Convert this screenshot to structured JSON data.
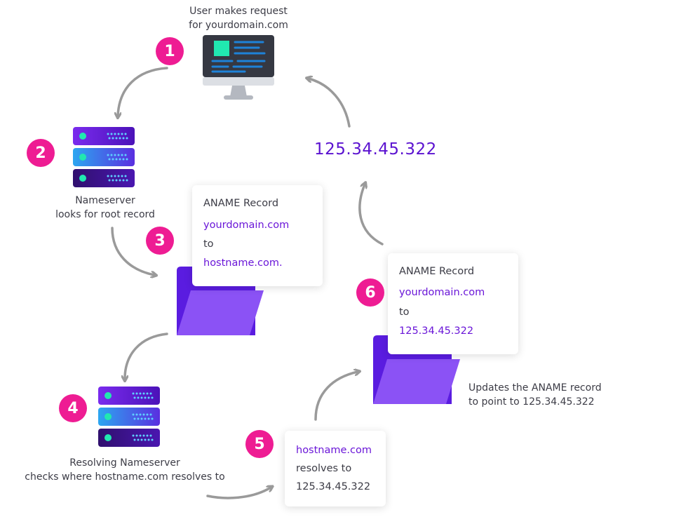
{
  "steps": {
    "s1": {
      "number": "1",
      "caption_line1": "User makes request",
      "caption_line2": "for yourdomain.com"
    },
    "s2": {
      "number": "2",
      "caption_line1": "Nameserver",
      "caption_line2": "looks for root record"
    },
    "s3": {
      "number": "3",
      "card_title": "ANAME Record",
      "card_domain": "yourdomain.com",
      "card_to": "to",
      "card_target": "hostname.com."
    },
    "s4": {
      "number": "4",
      "caption_line1": "Resolving Nameserver",
      "caption_line2": "checks where hostname.com resolves to"
    },
    "s5": {
      "number": "5",
      "card_host": "hostname.com",
      "card_resolves": "resolves to",
      "card_ip": "125.34.45.322"
    },
    "s6": {
      "number": "6",
      "card_title": "ANAME Record",
      "card_domain": "yourdomain.com",
      "card_to": "to",
      "card_target": "125.34.45.322",
      "caption_line1": "Updates the ANAME record",
      "caption_line2": "to point to 125.34.45.322"
    }
  },
  "result_ip": "125.34.45.322",
  "colors": {
    "badge": "#ee1c93",
    "accent_purple": "#6a16d8",
    "folder": "#7b3ff2",
    "arrow": "#9a9a9a"
  },
  "icons": [
    "computer-icon",
    "server-icon",
    "folder-icon"
  ]
}
